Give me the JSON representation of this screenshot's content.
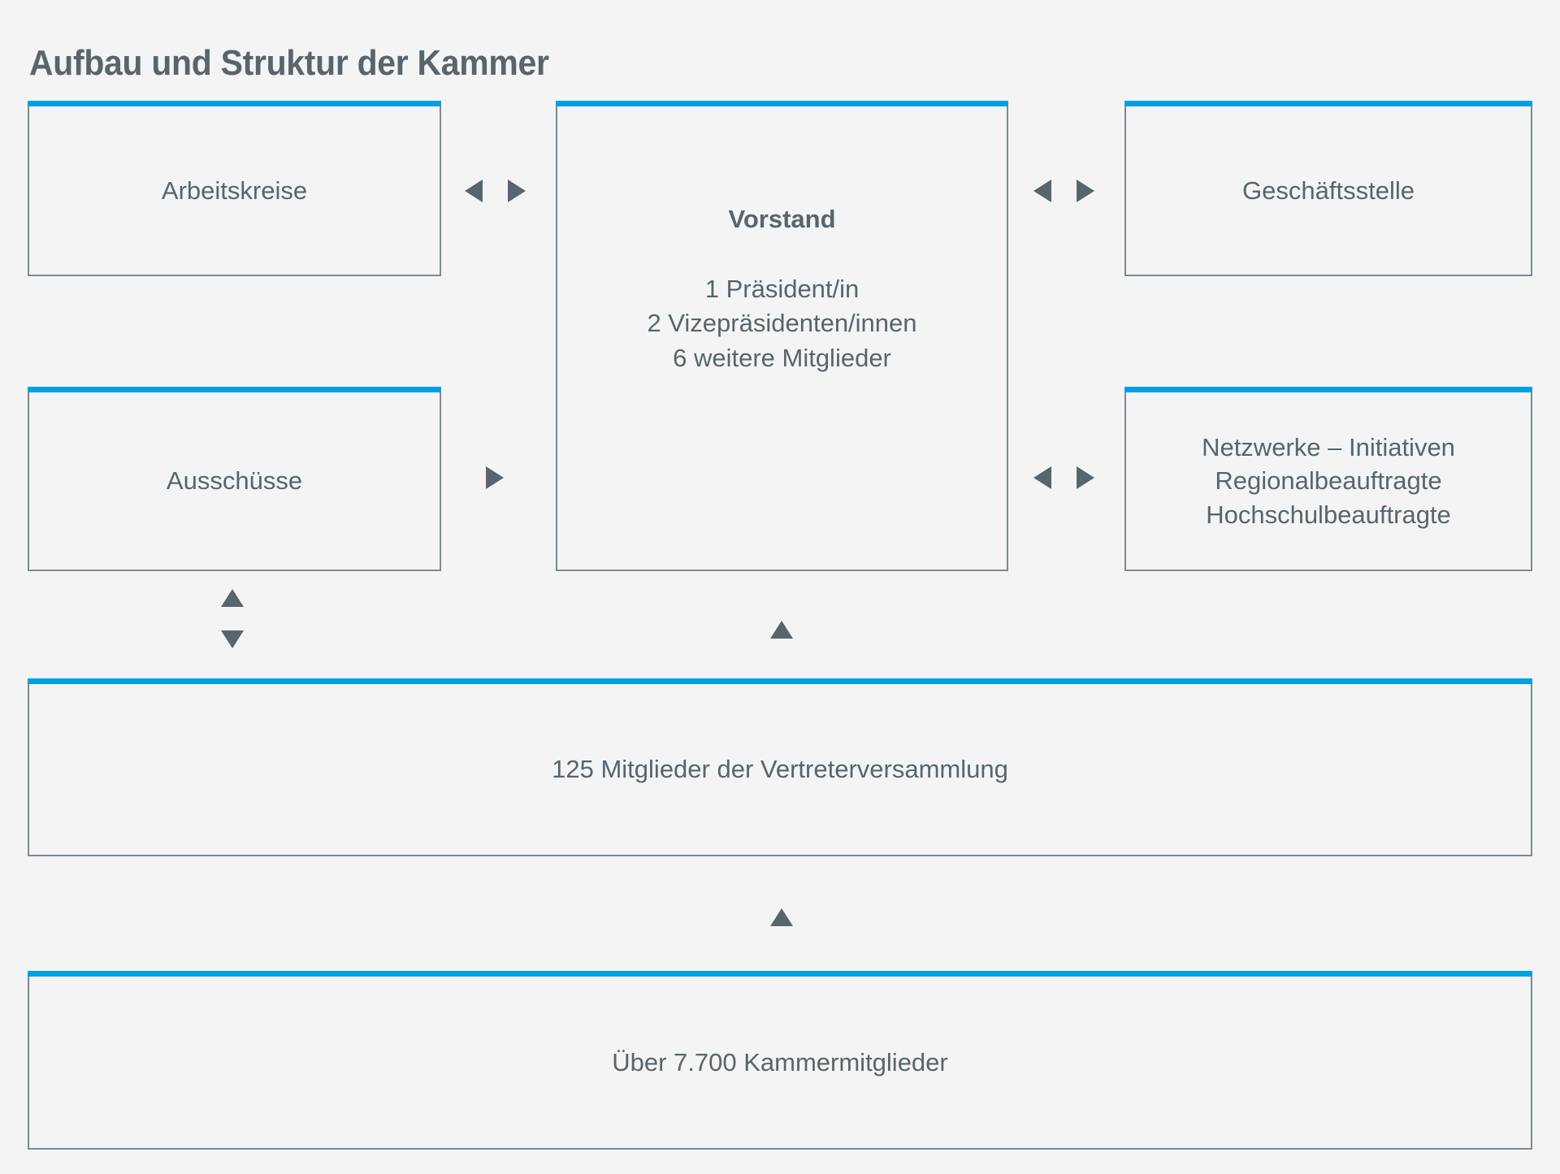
{
  "title": "Aufbau und Struktur der Kammer",
  "colors": {
    "accent": "#00a0e1",
    "text": "#58656d",
    "border": "#7d8a91",
    "background": "#f4f4f4"
  },
  "nodes": {
    "arbeitskreise": {
      "label": "Arbeitskreise"
    },
    "vorstand": {
      "heading": "Vorstand",
      "lines": [
        "1 Präsident/in",
        "2 Vizepräsidenten/innen",
        "6 weitere Mitglieder"
      ]
    },
    "geschaeftsstelle": {
      "label": "Geschäftsstelle"
    },
    "ausschuesse": {
      "label": "Ausschüsse"
    },
    "netzwerke": {
      "lines": [
        "Netzwerke – Initiativen",
        "Regionalbeauftragte",
        "Hochschulbeauftragte"
      ]
    },
    "vertreterversammlung": {
      "label": "125 Mitglieder der Vertreterversammlung"
    },
    "kammermitglieder": {
      "label": "Über 7.700 Kammermitglieder"
    }
  },
  "connectors": [
    {
      "name": "arbeitskreise-vorstand",
      "direction": "bidirectional",
      "orientation": "horizontal"
    },
    {
      "name": "vorstand-geschaeftsstelle",
      "direction": "bidirectional",
      "orientation": "horizontal"
    },
    {
      "name": "ausschuesse-vorstand",
      "direction": "right",
      "orientation": "horizontal"
    },
    {
      "name": "vorstand-netzwerke",
      "direction": "bidirectional",
      "orientation": "horizontal"
    },
    {
      "name": "ausschuesse-vertreterversammlung",
      "direction": "bidirectional",
      "orientation": "vertical"
    },
    {
      "name": "vertreterversammlung-vorstand",
      "direction": "up",
      "orientation": "vertical"
    },
    {
      "name": "kammermitglieder-vertreterversammlung",
      "direction": "up",
      "orientation": "vertical"
    }
  ]
}
